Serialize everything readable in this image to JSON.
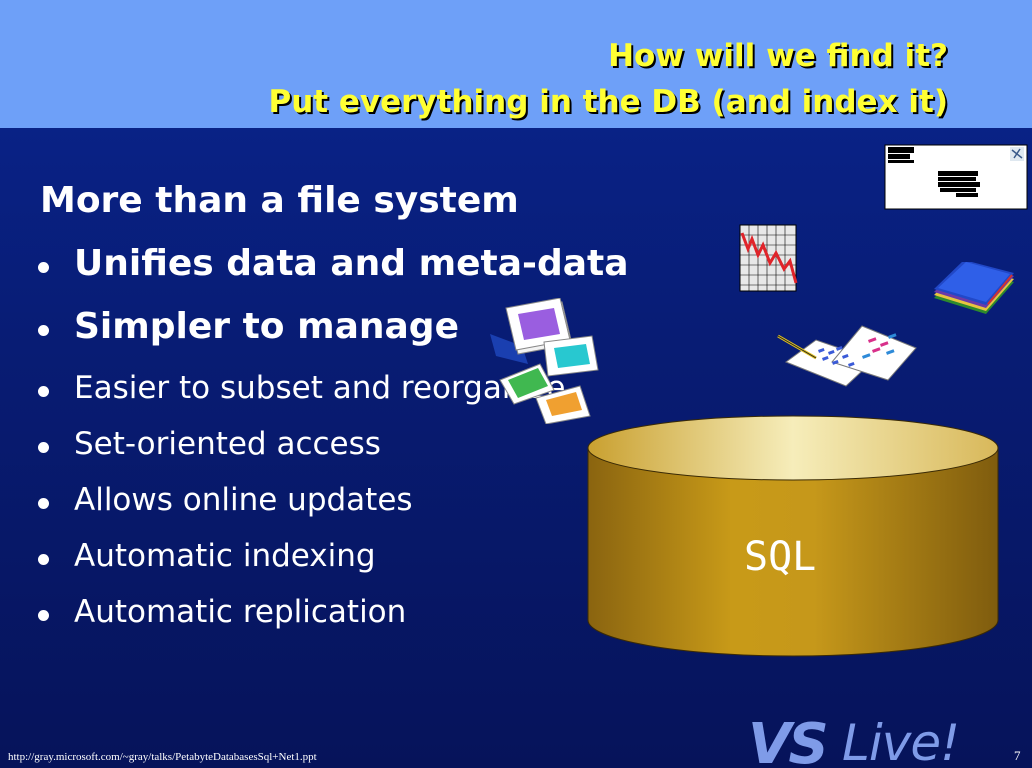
{
  "slide": {
    "title_line1": "How will we find it?",
    "title_line2": "Put everything in the DB (and index it)",
    "heading": "More than a file system",
    "bullets": [
      {
        "text": "Unifies data and meta-data",
        "emphasis": "bold"
      },
      {
        "text": "Simpler to manage",
        "emphasis": "bold"
      },
      {
        "text": "Easier to subset and reorganize",
        "emphasis": "normal"
      },
      {
        "text": "Set-oriented access",
        "emphasis": "normal"
      },
      {
        "text": "Allows online updates",
        "emphasis": "normal"
      },
      {
        "text": "Automatic indexing",
        "emphasis": "normal"
      },
      {
        "text": "Automatic replication",
        "emphasis": "normal"
      }
    ],
    "database_label": "SQL",
    "footer_url": "http://gray.microsoft.com/~gray/talks/PetabyteDatabasesSql+Net1.ppt",
    "page_number": "7",
    "logo_text_vs": "VS",
    "logo_text_live": "Live!"
  },
  "colors": {
    "background": "#081c74",
    "header_band": "#6ea0f8",
    "title_text": "#ffff33",
    "body_text": "#ffffff",
    "cylinder_body": "#b88c10",
    "cylinder_top": "#f3e7a8"
  },
  "icons": [
    "document-page-icon",
    "stock-chart-icon",
    "book-stack-icon",
    "spreadsheet-papers-icon",
    "photo-slides-icon",
    "database-cylinder-icon",
    "vslive-logo"
  ]
}
